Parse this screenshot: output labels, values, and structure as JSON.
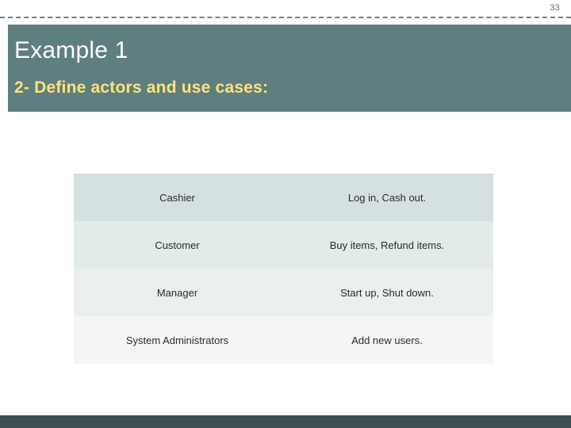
{
  "slide": {
    "page_number": "33",
    "title": "Example 1",
    "subtitle": "2- Define actors and use cases:",
    "accent_band_color": "#5f7e80",
    "subtitle_color": "#ffe27a",
    "footer_color": "#3d4f52"
  },
  "table": {
    "rows": [
      {
        "actor": "Cashier",
        "use_cases": "Log in, Cash out."
      },
      {
        "actor": "Customer",
        "use_cases": "Buy items, Refund items."
      },
      {
        "actor": "Manager",
        "use_cases": "Start up, Shut down."
      },
      {
        "actor": "System Administrators",
        "use_cases": "Add new users."
      }
    ]
  }
}
